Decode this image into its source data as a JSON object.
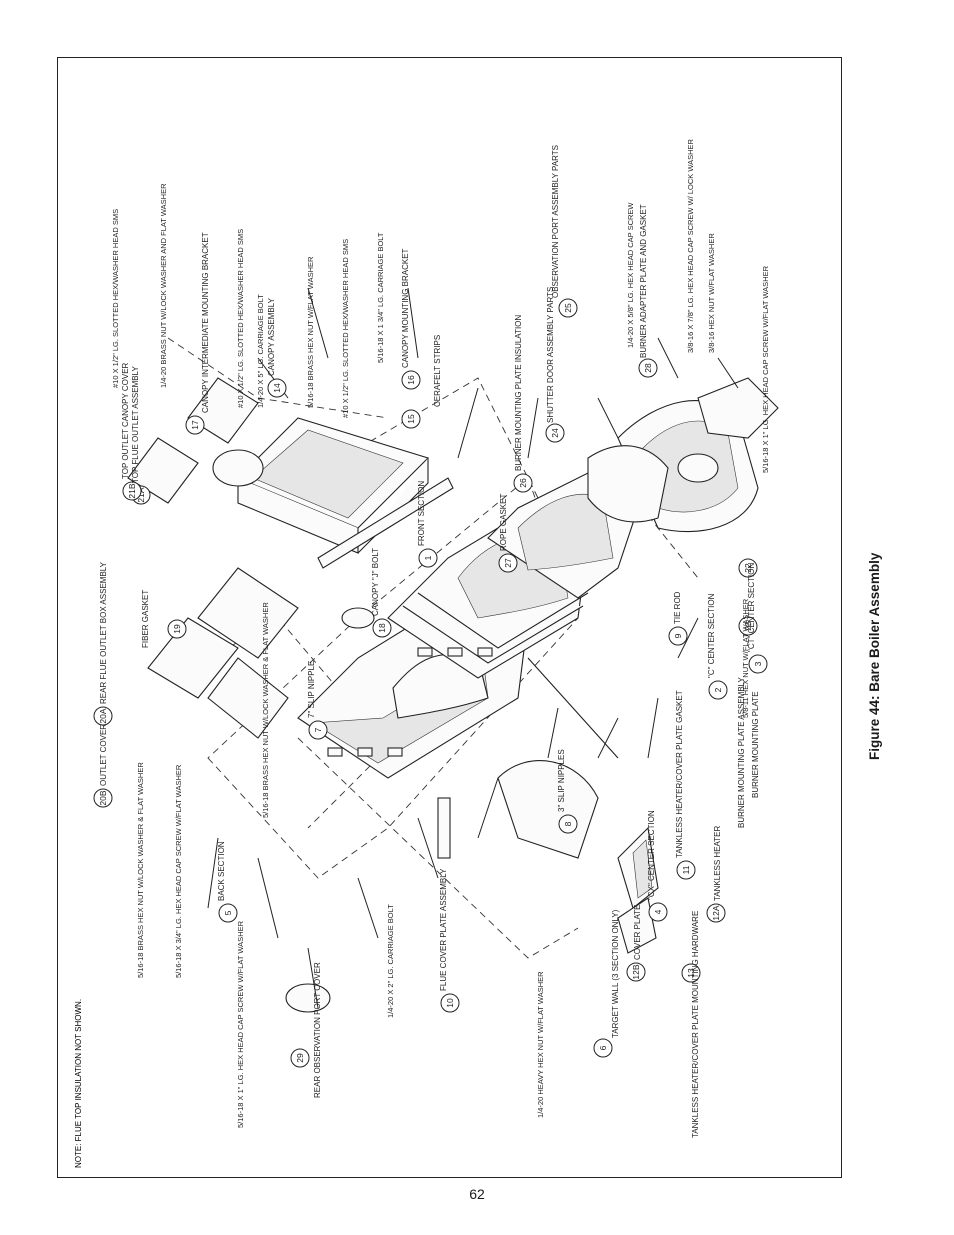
{
  "figure": {
    "caption": "Figure 44:  Bare Boiler Assembly",
    "page_number": "62"
  },
  "note": "NOTE: FLUE TOP INSULATION NOT SHOWN.",
  "callouts": [
    {
      "id": "1",
      "text": "FRONT SECTION"
    },
    {
      "id": "2",
      "text": "\"C\" CENTER SECTION"
    },
    {
      "id": "3",
      "text": "\"CT\" CENTER SECTION"
    },
    {
      "id": "4",
      "text": "\"CX\" CENTER SECTION"
    },
    {
      "id": "5",
      "text": "BACK SECTION"
    },
    {
      "id": "6",
      "text": "TARGET WALL (3 SECTION ONLY)"
    },
    {
      "id": "7",
      "text": "7\" SLIP NIPPLE"
    },
    {
      "id": "8",
      "text": "3\" SLIP NIPPLES"
    },
    {
      "id": "9",
      "text": "TIE ROD"
    },
    {
      "id": "10",
      "text": "FLUE COVER PLATE ASSEMBLY"
    },
    {
      "id": "11",
      "text": "TANKLESS HEATER/COVER PLATE GASKET"
    },
    {
      "id": "12A",
      "text": "TANKLESS HEATER"
    },
    {
      "id": "12B",
      "text": "COVER PLATE"
    },
    {
      "id": "13",
      "text": "TANKLESS HEATER/COVER PLATE MOUNTING HARDWARE"
    },
    {
      "id": "14",
      "text": "CANOPY ASSEMBLY"
    },
    {
      "id": "15",
      "text": "CERAFELT STRIPS"
    },
    {
      "id": "16",
      "text": "CANOPY MOUNTING BRACKET"
    },
    {
      "id": "17",
      "text": "CANOPY INTERMEDIATE MOUNTING BRACKET"
    },
    {
      "id": "18",
      "text": "CANOPY \"J\" BOLT"
    },
    {
      "id": "19",
      "text": "FIBER GASKET"
    },
    {
      "id": "20A",
      "text": "REAR FLUE OUTLET BOX ASSEMBLY"
    },
    {
      "id": "20B",
      "text": "OUTLET COVER"
    },
    {
      "id": "21A",
      "text": "TOP FLUE OUTLET ASSEMBLY"
    },
    {
      "id": "21B",
      "text": "TOP OUTLET CANOPY COVER"
    },
    {
      "id": "22",
      "text": "BURNER MOUNTING PLATE ASSEMBLY"
    },
    {
      "id": "23",
      "text": "BURNER MOUNTING PLATE"
    },
    {
      "id": "24",
      "text": "SHUTTER DOOR ASSEMBLY PARTS"
    },
    {
      "id": "25",
      "text": "OBSERVATION PORT ASSEMBLY PARTS"
    },
    {
      "id": "26",
      "text": "BURNER MOUNTING PLATE INSULATION"
    },
    {
      "id": "27",
      "text": "ROPE GASKET"
    },
    {
      "id": "28",
      "text": "BURNER ADAPTER PLATE AND GASKET"
    },
    {
      "id": "29",
      "text": "REAR OBSERVATION PORT COVER"
    }
  ],
  "hardware": [
    "#10 X 1/2\" LG. SLOTTED HEX/WASHER HEAD SMS",
    "1/4-20 BRASS NUT W/LOCK WASHER AND FLAT WASHER",
    "#10 X 1/2\" LG. SLOTTED HEX/WASHER HEAD SMS",
    "1/4-20 X 5\" LG. CARRIAGE BOLT",
    "5/16-18 BRASS HEX NUT W/FLAT WASHER",
    "#10 X 1/2\" LG. SLOTTED HEX/WASHER HEAD SMS",
    "5/16-18 X 1 3/4\" LG. CARRIAGE BOLT",
    "1/4-20 X 5/8\" LG. HEX HEAD CAP SCREW",
    "3/8-16 X 7/8\" LG. HEX HEAD CAP SCREW W/ LOCK WASHER",
    "3/8-16 HEX NUT W/FLAT WASHER",
    "5/16-18 X 1\" LG. HEX HEAD CAP SCREW W/FLAT WASHER",
    "5/8-11 HEX NUT W/FLAT WASHER",
    "5/16-18 BRASS HEX NUT W/LOCK WASHER & FLAT WASHER",
    "5/16-18 BRASS HEX NUT W/LOCK WASHER & FLAT WASHER",
    "5/16-18 X 3/4\" LG. HEX HEAD CAP SCREW W/FLAT WASHER",
    "5/16-18 X 1\" LG. HEX HEAD CAP SCREW W/FLAT WASHER",
    "1/4-20 X 2\" LG. CARRIAGE BOLT",
    "1/4-20 HEAVY HEX NUT W/FLAT WASHER"
  ]
}
